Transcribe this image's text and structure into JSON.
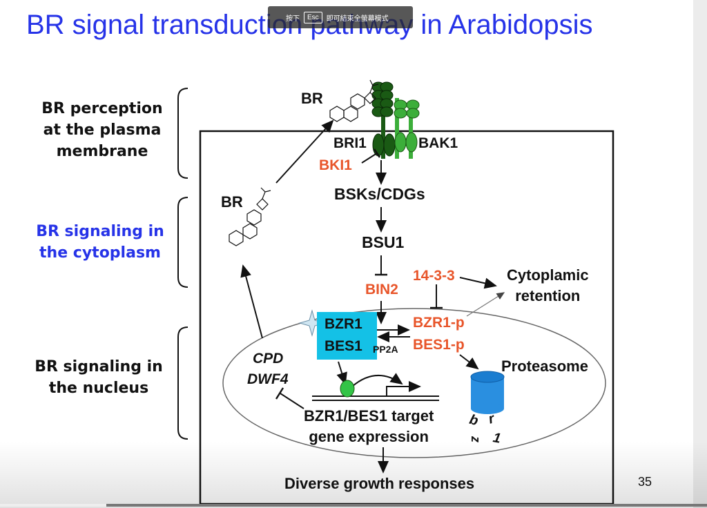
{
  "slide": {
    "title": "BR signal transduction pathway in Arabidopsis",
    "page_number": "35"
  },
  "fullscreen_hint": {
    "press_text": "按下",
    "key": "Esc",
    "exit_text": "即可結束全螢幕模式"
  },
  "side_labels": {
    "perception": [
      "BR perception",
      "at the plasma",
      "membrane"
    ],
    "cytoplasm": [
      "BR signaling in",
      "the cytoplasm"
    ],
    "nucleus": [
      "BR signaling in",
      "the nucleus"
    ]
  },
  "diagram": {
    "br_top": "BR",
    "br_mid": "BR",
    "bri1": "BRI1",
    "bak1": "BAK1",
    "bki1": "BKI1",
    "bsks": "BSKs/CDGs",
    "bsu1": "BSU1",
    "bin2": "BIN2",
    "p1433": "14-3-3",
    "cyto_retention": [
      "Cytoplamic",
      "retention"
    ],
    "bzr1": "BZR1",
    "bes1": "BES1",
    "pp2a": "PP2A",
    "bzr1p": "BZR1-p",
    "bes1p": "BES1-p",
    "proteasome": "Proteasome",
    "cpd": "CPD",
    "dwf4": "DWF4",
    "target": [
      "BZR1/BES1 target",
      "gene expression"
    ],
    "growth": "Diverse growth responses",
    "fragments": [
      "b",
      "r",
      "z",
      "1"
    ]
  },
  "colors": {
    "title": "#2633e8",
    "orange_labels": "#e8552a",
    "highlight": "#14c1e6",
    "receptor_dark": "#1a5a14",
    "receptor_light": "#3cae3a",
    "proteasome": "#2a8fe0"
  },
  "video_progress": 0.15
}
